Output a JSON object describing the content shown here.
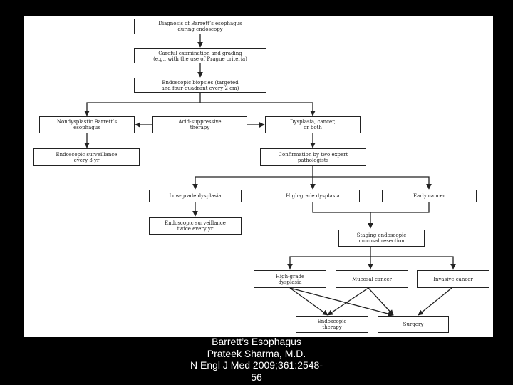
{
  "flowchart": {
    "nodes": [
      {
        "id": "diagnosis",
        "text": "Diagnosis of Barrett’s esophagus\nduring endoscopy"
      },
      {
        "id": "exam",
        "text": "Careful examination and grading\n(e.g., with the use of Prague criteria)"
      },
      {
        "id": "biopsies",
        "text": "Endoscopic biopsies (targeted\nand four-quadrant every 2 cm)"
      },
      {
        "id": "nondysplastic",
        "text": "Nondysplastic Barrett’s\nesophagus"
      },
      {
        "id": "acid",
        "text": "Acid-suppressive\ntherapy"
      },
      {
        "id": "dysplasia",
        "text": "Dysplasia, cancer,\nor both"
      },
      {
        "id": "surv3",
        "text": "Endoscopic surveillance\nevery 3 yr"
      },
      {
        "id": "confirm",
        "text": "Confirmation by two expert\npathologists"
      },
      {
        "id": "lgd",
        "text": "Low-grade dysplasia"
      },
      {
        "id": "hgd",
        "text": "High-grade dysplasia"
      },
      {
        "id": "early",
        "text": "Early cancer"
      },
      {
        "id": "surv2",
        "text": "Endoscopic surveillance\ntwice every yr"
      },
      {
        "id": "staging",
        "text": "Staging endoscopic\nmucosal resection"
      },
      {
        "id": "hgd2",
        "text": "High-grade\ndysplasia"
      },
      {
        "id": "mucosal",
        "text": "Mucosal cancer"
      },
      {
        "id": "invasive",
        "text": "Invasive cancer"
      },
      {
        "id": "endo_therapy",
        "text": "Endoscopic\ntherapy"
      },
      {
        "id": "surgery",
        "text": "Surgery"
      }
    ]
  },
  "caption": {
    "line1": "Barrett’s Esophagus",
    "line2": "Prateek Sharma, M.D.",
    "line3": "N Engl J Med 2009;361:2548-",
    "line4": "56"
  }
}
